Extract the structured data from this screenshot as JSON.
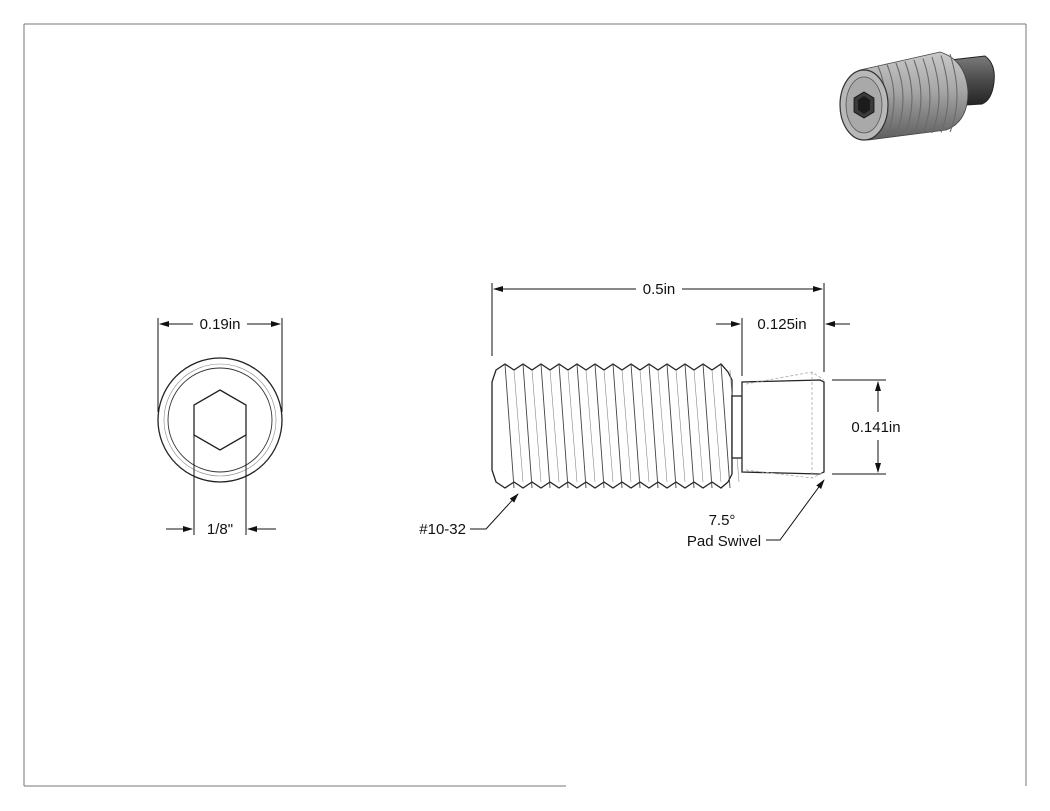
{
  "drawing": {
    "end_view": {
      "outer_diameter_label": "0.19in",
      "hex_size_label": "1/8\""
    },
    "side_view": {
      "overall_length_label": "0.5in",
      "pad_length_label": "0.125in",
      "pad_diameter_label": "0.141in",
      "thread_label": "#10-32",
      "swivel_angle_label": "7.5°",
      "swivel_note_label": "Pad Swivel"
    },
    "iso_view": {
      "icon": "set-screw-iso-icon"
    }
  },
  "colors": {
    "line": "#111111",
    "iso_body": "#9a9a9a",
    "iso_dark": "#3a3a3a"
  }
}
